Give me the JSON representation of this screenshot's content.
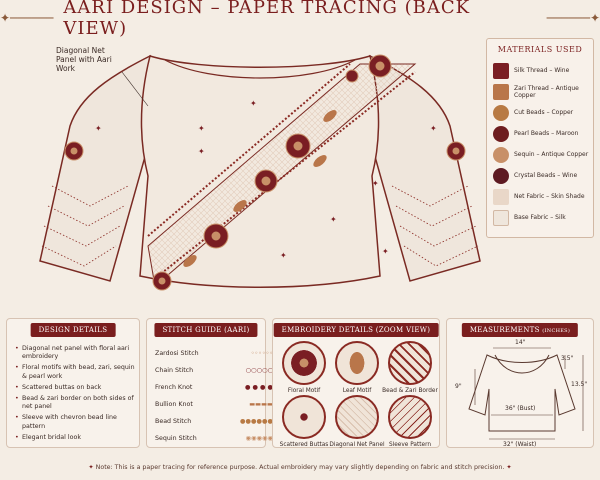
{
  "title": "AARI DESIGN – PAPER TRACING (BACK VIEW)",
  "callout": "Diagonal Net Panel with Aari Work",
  "materials": {
    "heading": "MATERIALS USED",
    "items": [
      {
        "label": "Silk Thread – Wine",
        "color": "#7a1e23"
      },
      {
        "label": "Zari Thread – Antique Copper",
        "color": "#b9764a"
      },
      {
        "label": "Cut Beads – Copper",
        "color": "#b87a44"
      },
      {
        "label": "Pearl Beads – Maroon",
        "color": "#6e1d1f"
      },
      {
        "label": "Sequin – Antique Copper",
        "color": "#c89068"
      },
      {
        "label": "Crystal Beads – Wine",
        "color": "#5e1a22"
      },
      {
        "label": "Net Fabric – Skin Shade",
        "color": "#e9d7c8"
      },
      {
        "label": "Base Fabric – Silk",
        "color": "#efe6dc"
      }
    ]
  },
  "design": {
    "heading": "DESIGN DETAILS",
    "items": [
      "Diagonal net panel with floral aari embroidery",
      "Floral motifs with bead, zari, sequin & pearl work",
      "Scattered buttas on back",
      "Bead & zari border on both sides of net panel",
      "Sleeve with chevron bead line pattern",
      "Elegant bridal look"
    ]
  },
  "stitch": {
    "heading": "STITCH GUIDE (AARI)",
    "items": [
      "Zardosi Stitch",
      "Chain Stitch",
      "French Knot",
      "Bullion Knot",
      "Bead Stitch",
      "Sequin Stitch"
    ]
  },
  "zoom": {
    "heading": "EMBROIDERY DETAILS (ZOOM VIEW)",
    "items": [
      "Floral Motif",
      "Leaf Motif",
      "Bead & Zari Border",
      "Scattered Buttas",
      "Diagonal Net Panel",
      "Sleeve Pattern"
    ]
  },
  "measure": {
    "heading": "MEASUREMENTS",
    "unit": "(INCHES)",
    "top": "14\"",
    "left": "9\"",
    "right_top": "3.5\"",
    "right": "13.5\"",
    "bust": "36\" (Bust)",
    "waist": "32\" (Waist)"
  },
  "note": "Note: This is a paper tracing for reference purpose. Actual embroidery may vary slightly depending on fabric and stitch precision.",
  "colors": {
    "accent": "#7a1e1e",
    "background": "#f4ede4",
    "copper": "#b9764a"
  }
}
